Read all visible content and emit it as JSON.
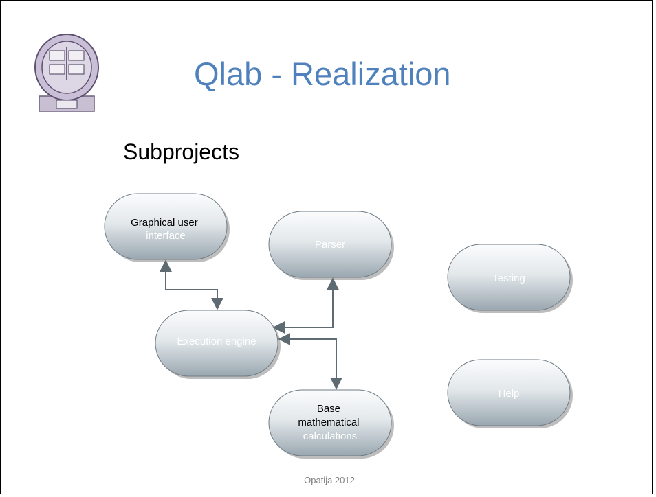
{
  "slide": {
    "title": "Qlab - Realization",
    "subtitle": "Subprojects",
    "footer": "Opatija 2012"
  },
  "logo": {
    "icon": "university-seal-icon"
  },
  "diagram": {
    "nodes": [
      {
        "id": "gui",
        "lines": [
          "Graphical user",
          "interface"
        ]
      },
      {
        "id": "parser",
        "lines": [
          "Parser"
        ]
      },
      {
        "id": "testing",
        "lines": [
          "Testing"
        ]
      },
      {
        "id": "engine",
        "lines": [
          "Execution engine"
        ]
      },
      {
        "id": "help",
        "lines": [
          "Help"
        ]
      },
      {
        "id": "math",
        "lines": [
          "Base",
          "mathematical",
          "calculations"
        ]
      }
    ],
    "edges": [
      {
        "from": "gui",
        "to": "engine",
        "bidirectional": true
      },
      {
        "from": "parser",
        "to": "engine",
        "bidirectional": true
      },
      {
        "from": "math",
        "to": "engine",
        "bidirectional": true
      }
    ],
    "colors": {
      "node_top": "#fbfcfd",
      "node_bottom": "#9aa7b0",
      "arrow": "#5f6b73",
      "title": "#4f81bd"
    }
  }
}
